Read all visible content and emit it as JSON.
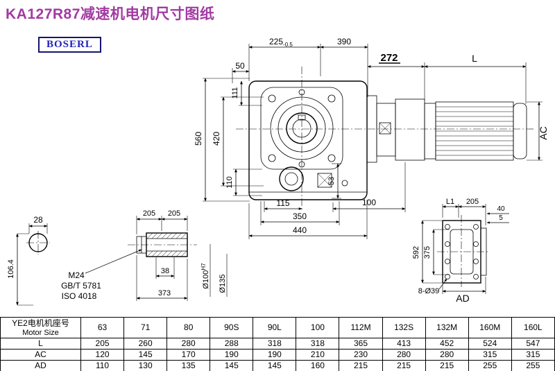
{
  "colors": {
    "title": "#a23aa2",
    "logo_text": "#2222bb",
    "line": "#000000",
    "background": "#ffffff"
  },
  "header": {
    "title": "KA127R87减速机电机尺寸图纸",
    "logo": "BOSERL"
  },
  "dims": {
    "w225": "225",
    "w225_tol": "-0.5",
    "w390": "390",
    "adapter_len": "272",
    "motor_len": "L",
    "d50": "50",
    "d111": "111",
    "h560": "560",
    "h420": "420",
    "d110": "110",
    "d115": "115",
    "d53": "53",
    "d100": "100",
    "d350": "350",
    "d440": "440",
    "motor_dia": "AC",
    "d28": "28",
    "d106_4": "106.4",
    "d205_left": "205",
    "d205_right": "205",
    "thread": "M24",
    "std1": "GB/T 5781",
    "std2": "ISO 4018",
    "d38": "38",
    "d373": "373",
    "bore": {
      "main": "Ø100",
      "sup": "H7"
    },
    "shaft_od": "Ø135",
    "dL1": "L1",
    "d205_flange": "205",
    "d40": "40",
    "d5": "5",
    "h592": "592",
    "h375": "375",
    "holes": "8-Ø39",
    "flange_AD": "AD"
  },
  "table": {
    "corner_cn": "YE2电机机座号",
    "corner_en": "Motor Size",
    "motor_sizes": [
      "63",
      "71",
      "80",
      "90S",
      "90L",
      "100",
      "112M",
      "132S",
      "132M",
      "160M",
      "160L"
    ],
    "rows": [
      {
        "label": "L",
        "values": [
          "205",
          "260",
          "280",
          "288",
          "318",
          "318",
          "365",
          "413",
          "452",
          "524",
          "547"
        ]
      },
      {
        "label": "AC",
        "values": [
          "120",
          "145",
          "170",
          "190",
          "190",
          "210",
          "230",
          "280",
          "280",
          "315",
          "315"
        ]
      },
      {
        "label": "AD",
        "values": [
          "110",
          "130",
          "135",
          "145",
          "145",
          "160",
          "215",
          "215",
          "215",
          "255",
          "255"
        ]
      }
    ]
  }
}
